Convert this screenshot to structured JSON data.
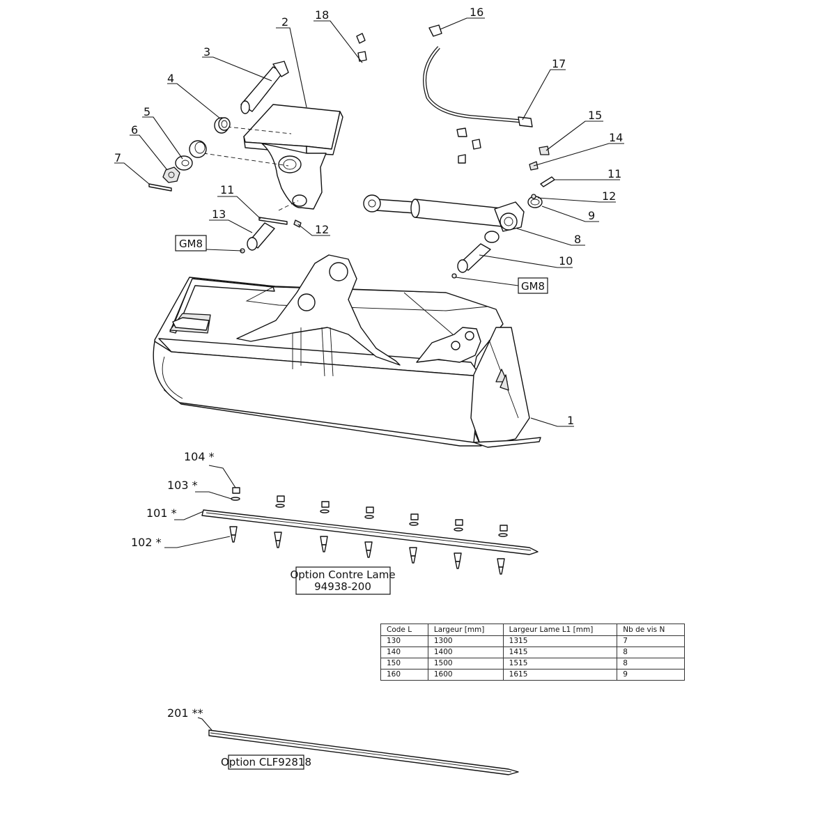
{
  "callouts": {
    "c1": "1",
    "c2": "2",
    "c3": "3",
    "c4": "4",
    "c5": "5",
    "c6": "6",
    "c7": "7",
    "c8": "8",
    "c9": "9",
    "c10": "10",
    "c11a": "11",
    "c11b": "11",
    "c12a": "12",
    "c12b": "12",
    "c13": "13",
    "c14": "14",
    "c15": "15",
    "c16": "16",
    "c17": "17",
    "c18": "18",
    "c101": "101 *",
    "c102": "102 *",
    "c103": "103 *",
    "c104": "104 *",
    "c201": "201 **"
  },
  "boxes": {
    "gm8_left": "GM8",
    "gm8_right": "GM8",
    "option_contre_lame_line1": "Option Contre Lame",
    "option_contre_lame_line2": "94938-200",
    "option_clf": "Option CLF92818"
  },
  "table": {
    "headers": [
      "Code L",
      "Largeur [mm]",
      "Largeur Lame L1 [mm]",
      "Nb de vis N"
    ],
    "rows": [
      [
        "130",
        "1300",
        "1315",
        "7"
      ],
      [
        "140",
        "1400",
        "1415",
        "8"
      ],
      [
        "150",
        "1500",
        "1515",
        "8"
      ],
      [
        "160",
        "1600",
        "1615",
        "9"
      ]
    ]
  }
}
